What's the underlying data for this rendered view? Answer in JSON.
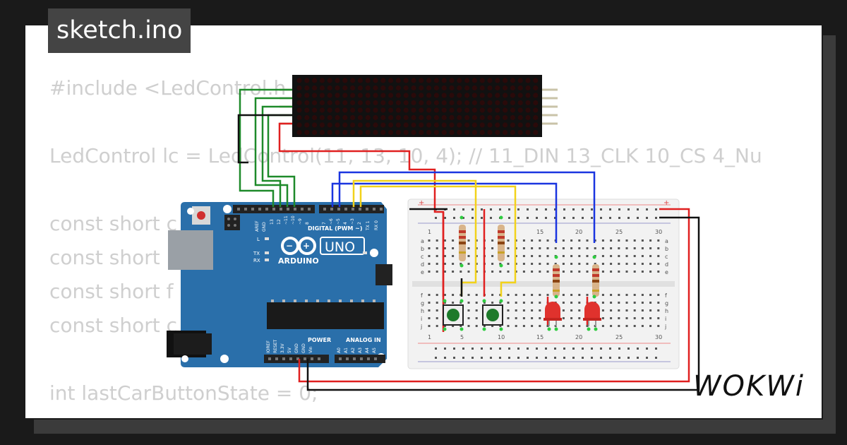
{
  "header": {
    "file_name": "sketch.ino"
  },
  "code_lines": [
    "#include <LedControl.h",
    "",
    "LedControl lc = LedControl(11, 13, 10, 4); // 11_DIN 13_CLK 10_CS 4_Nu",
    "",
    "const short c",
    "const short",
    "const short f",
    "const short c",
    "",
    "int lastCarButtonState = 0;"
  ],
  "arduino": {
    "model": "UNO",
    "brand": "ARDUINO",
    "digital_header_label": "DIGITAL (PWM ~)",
    "power_label": "POWER",
    "analog_label": "ANALOG IN",
    "led_labels": [
      "L",
      "TX",
      "RX"
    ],
    "on_label": "ON",
    "top_pins": [
      "AREF",
      "GND",
      "13",
      "12",
      "~11",
      "~10",
      "~9",
      "8",
      "7",
      "~6",
      "~5",
      "4",
      "~3",
      "2",
      "TX 1",
      "RX 0"
    ],
    "bottom_pins": [
      "IOREF",
      "RESET",
      "3.3V",
      "5V",
      "GND",
      "GND",
      "Vin",
      "A0",
      "A1",
      "A2",
      "A3",
      "A4",
      "A5"
    ]
  },
  "breadboard": {
    "col_numbers": [
      "1",
      "5",
      "10",
      "15",
      "20",
      "25",
      "30"
    ],
    "row_letters_top": [
      "a",
      "b",
      "c",
      "d",
      "e"
    ],
    "row_letters_bottom": [
      "f",
      "g",
      "h",
      "i",
      "j"
    ]
  },
  "brand_logo": "WOKWi",
  "colors": {
    "board_blue": "#2a6faa",
    "wire_red": "#e02020",
    "wire_black": "#111111",
    "wire_green": "#1e8a2a",
    "wire_blue": "#1a35e0",
    "wire_yellow": "#f2d21a",
    "button_green": "#1e7a2a",
    "led_red": "#e0322d"
  }
}
